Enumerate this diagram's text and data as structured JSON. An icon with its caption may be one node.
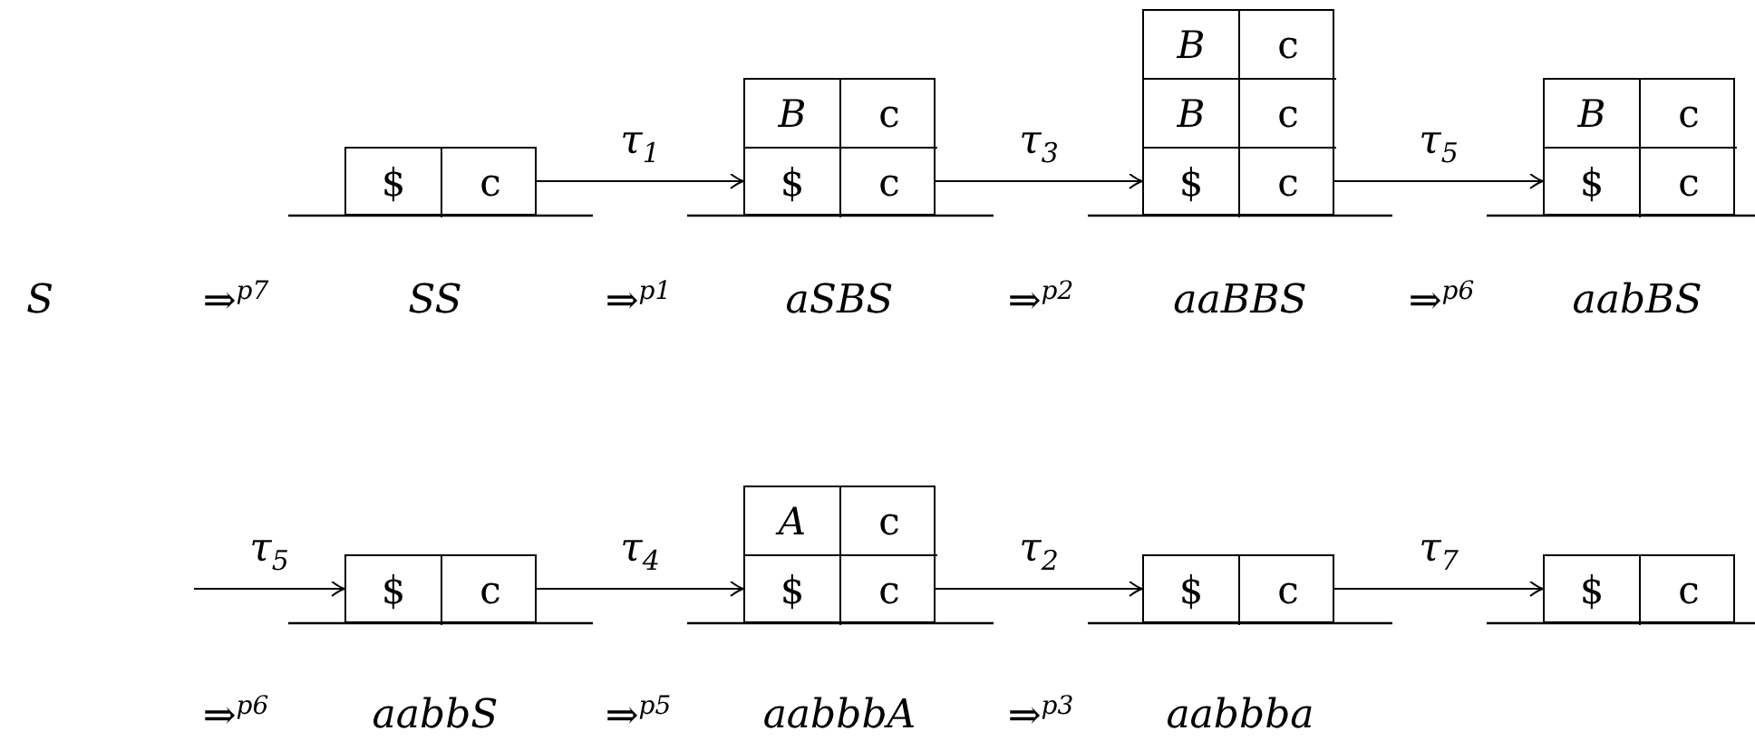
{
  "diagram": {
    "nodes": [
      {
        "text": [],
        "shape": "box"
      },
      {
        "text": [
          "$"
        ],
        "in": 0
      },
      {
        "text": [
          "c"
        ],
        "in": 0
      },
      {
        "text": [],
        "shape": "box"
      },
      {
        "text": [
          "B"
        ],
        "in": 3
      },
      {
        "text": [
          "c"
        ],
        "in": 3
      },
      {
        "text": [
          "$"
        ],
        "in": 3
      },
      {
        "text": [
          "c"
        ],
        "in": 3
      },
      {
        "text": [],
        "shape": "box"
      },
      {
        "text": [
          "B"
        ],
        "in": 8
      },
      {
        "text": [
          "c"
        ],
        "in": 8
      },
      {
        "text": [
          "B"
        ],
        "in": 8
      },
      {
        "text": [
          "c"
        ],
        "in": 8
      },
      {
        "text": [
          "$"
        ],
        "in": 8
      },
      {
        "text": [
          "c"
        ],
        "in": 8
      },
      {
        "text": [],
        "shape": "box"
      },
      {
        "text": [
          "B"
        ],
        "in": 15
      },
      {
        "text": [
          "c"
        ],
        "in": 15
      },
      {
        "text": [
          "$"
        ],
        "in": 15
      },
      {
        "text": [
          "c"
        ],
        "in": 15
      },
      {
        "text": [],
        "shape": "box"
      },
      {
        "text": [
          "$"
        ],
        "in": 20
      },
      {
        "text": [
          "c"
        ],
        "in": 20
      },
      {
        "text": [],
        "shape": "box"
      },
      {
        "text": [
          "A"
        ],
        "in": 23
      },
      {
        "text": [
          "c"
        ],
        "in": 23
      },
      {
        "text": [
          "$"
        ],
        "in": 23
      },
      {
        "text": [
          "c"
        ],
        "in": 23
      },
      {
        "text": [],
        "shape": "box"
      },
      {
        "text": [
          "$"
        ],
        "in": 28
      },
      {
        "text": [
          "c"
        ],
        "in": 28
      },
      {
        "text": [],
        "shape": "box"
      },
      {
        "text": [
          "$"
        ],
        "in": 31
      },
      {
        "text": [
          "c"
        ],
        "in": 31
      }
    ],
    "edges": [
      {
        "from": 0,
        "to": 3,
        "arrow": "to",
        "label": "τ$_{1}$"
      },
      {
        "from": 3,
        "to": 8,
        "arrow": "to",
        "label": "τ$_{3}$"
      },
      {
        "from": 8,
        "to": 15,
        "arrow": "to",
        "label": "τ$_{5}$"
      },
      {
        "from": null,
        "to": 20,
        "arrow": "to",
        "label": "τ$_{5}$"
      },
      {
        "from": 20,
        "to": 23,
        "arrow": "to",
        "label": "τ$_{4}$"
      },
      {
        "from": 23,
        "to": 28,
        "arrow": "to",
        "label": "τ$_{2}$"
      },
      {
        "from": 28,
        "to": 31,
        "arrow": "to",
        "label": "τ$_{7}$"
      }
    ],
    "labels": [
      "S",
      "⇒$^{p7}$",
      "SS",
      "⇒$^{p1}$",
      "aSBS",
      "⇒$^{p2}$",
      "aaBBS",
      "⇒$^{p6}$",
      "aabBS",
      "⇒$^{p6}$",
      "aabbS",
      "⇒$^{p5}$",
      "aabbbA",
      "⇒$^{p3}$",
      "aabbba"
    ]
  }
}
